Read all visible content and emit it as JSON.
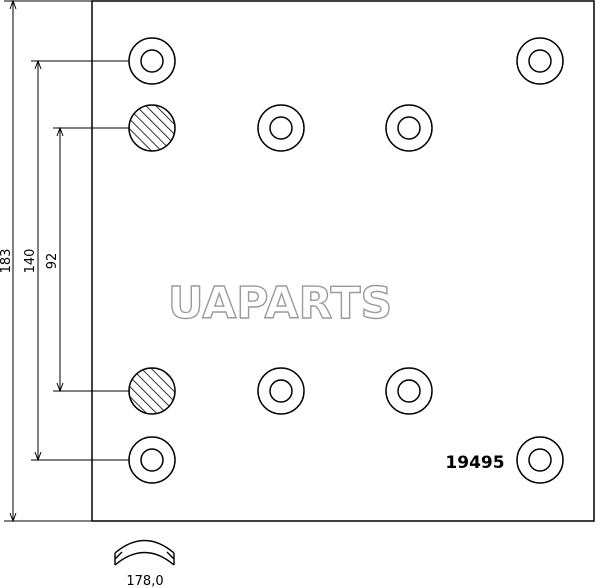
{
  "watermark": "UAPARTS",
  "part_number": "19495",
  "dimensions": {
    "overall_height": "183",
    "outer_hole_spacing": "140",
    "inner_hole_spacing": "92",
    "curvature": "178,0"
  },
  "colors": {
    "line": "#000000",
    "background": "#ffffff",
    "watermark_outline": "#9a9a9a"
  }
}
